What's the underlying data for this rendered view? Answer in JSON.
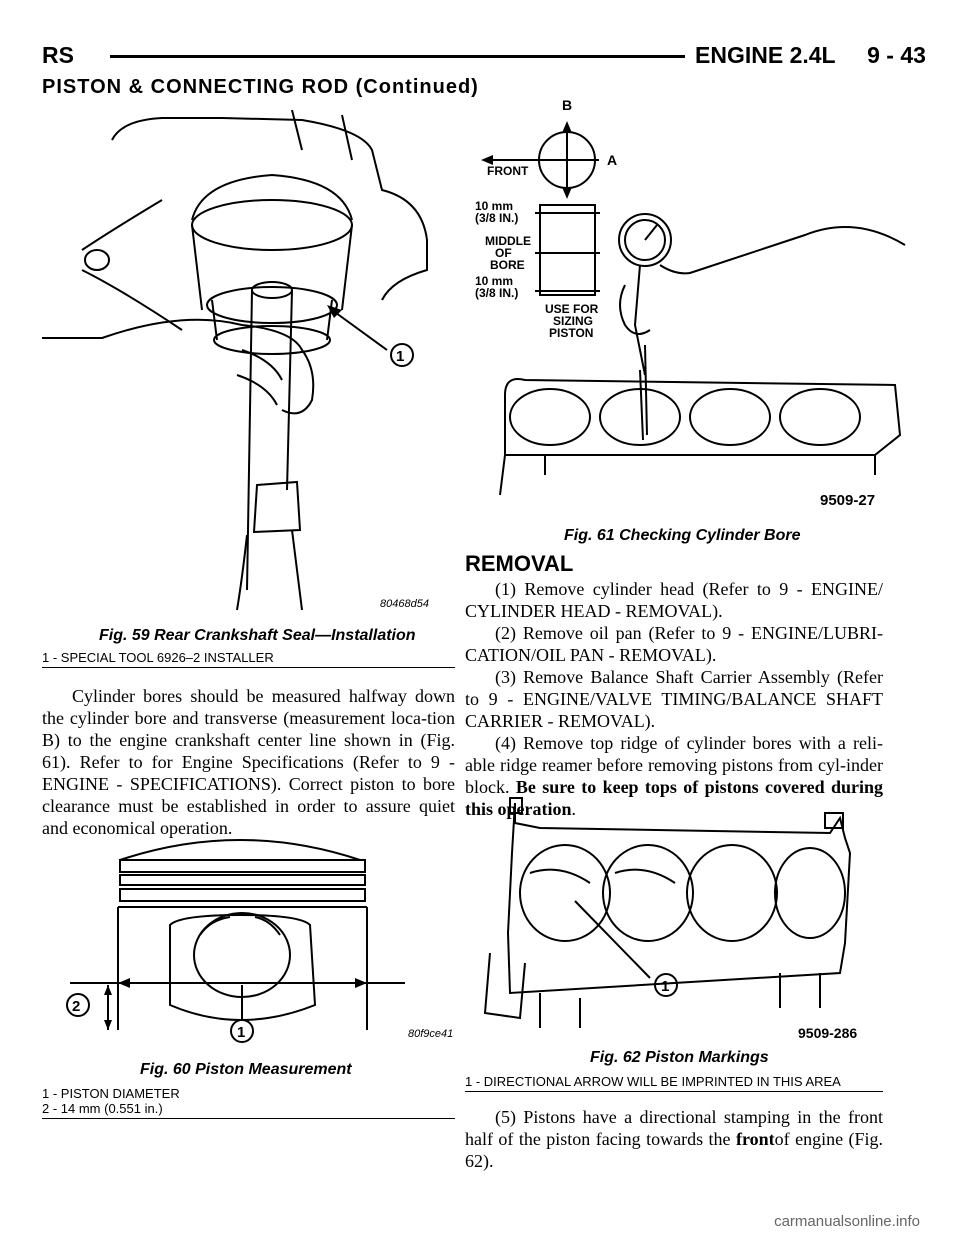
{
  "header": {
    "left": "RS",
    "right": "ENGINE 2.4L     9 - 43"
  },
  "section_title": "PISTON & CONNECTING ROD (Continued)",
  "fig59": {
    "code": "80468d54",
    "callout": "1",
    "caption": "Fig. 59 Rear Crankshaft Seal—Installation",
    "legend": [
      "1 - SPECIAL TOOL 6926–2 INSTALLER"
    ]
  },
  "left_paragraph": "Cylinder bores should be measured halfway down the cylinder bore and transverse (measurement loca-tion B) to the engine crankshaft center line shown in (Fig. 61). Refer to for Engine Specifications (Refer to 9 - ENGINE - SPECIFICATIONS). Correct piston to bore clearance must be established in order to assure quiet and economical operation.",
  "fig60": {
    "code": "80f9ce41",
    "callout_1": "1",
    "callout_2": "2",
    "caption": "Fig. 60 Piston Measurement",
    "legend": [
      "1 - PISTON DIAMETER",
      "2 - 14 mm (0.551 in.)"
    ]
  },
  "fig61": {
    "labels": {
      "b": "B",
      "a": "A",
      "front": "FRONT",
      "top_mm": "10 mm",
      "top_in": "(3/8 IN.)",
      "middle1": "MIDDLE",
      "middle2": "OF",
      "middle3": "BORE",
      "bot_mm": "10 mm",
      "bot_in": "(3/8 IN.)",
      "use1": "USE FOR",
      "use2": "SIZING",
      "use3": "PISTON"
    },
    "code": "9509-27",
    "caption": "Fig. 61 Checking Cylinder Bore"
  },
  "removal": {
    "heading": "REMOVAL",
    "steps": [
      "(1) Remove cylinder head (Refer to 9 - ENGINE/ CYLINDER HEAD - REMOVAL).",
      "(2) Remove oil pan (Refer to 9 - ENGINE/LUBRI-CATION/OIL PAN - REMOVAL).",
      "(3) Remove Balance Shaft Carrier Assembly (Refer to 9 - ENGINE/VALVE TIMING/BALANCE SHAFT CARRIER - REMOVAL)."
    ],
    "step4_text": "(4) Remove top ridge of cylinder bores with a reli-able ridge reamer before removing pistons from cyl-inder block.",
    "step4_bold": "Be sure to keep tops of pistons covered during this operation",
    "step4_end": "."
  },
  "fig62": {
    "code": "9509-286",
    "callout": "1",
    "caption": "Fig. 62 Piston Markings",
    "legend": [
      "1 - DIRECTIONAL ARROW WILL BE IMPRINTED IN THIS AREA"
    ]
  },
  "step5": {
    "text": "(5) Pistons have a directional stamping in the front half of the piston facing towards the",
    "bold": "front",
    "end": "of engine (Fig. 62)."
  },
  "watermark": "carmanualsonline.info"
}
